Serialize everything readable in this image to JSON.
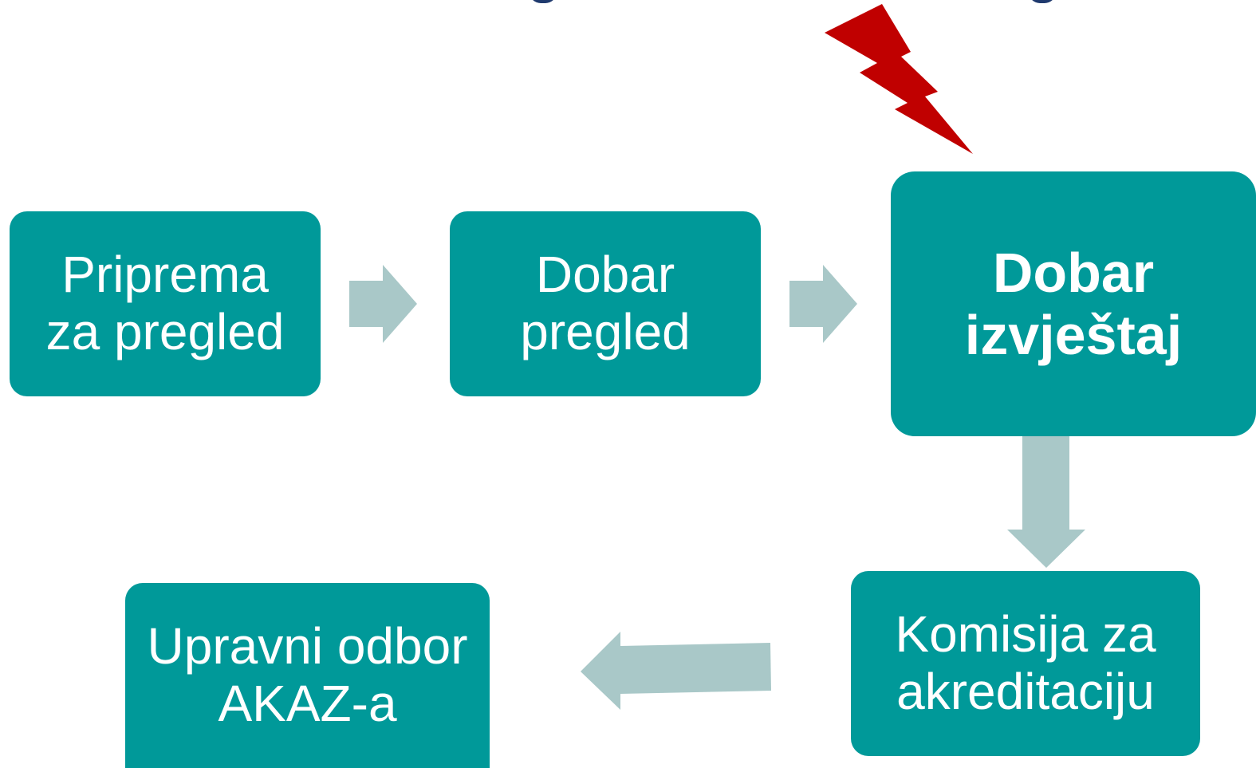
{
  "diagram": {
    "nodes": [
      {
        "id": "priprema",
        "label": "Priprema\nza pregled",
        "emphasis": "regular"
      },
      {
        "id": "dobar-pregled",
        "label": "Dobar\npregled",
        "emphasis": "regular"
      },
      {
        "id": "dobar-izvjestaj",
        "label": "Dobar\nizvještaj",
        "emphasis": "bold"
      },
      {
        "id": "komisija",
        "label": "Komisija za\nakreditaciju",
        "emphasis": "regular"
      },
      {
        "id": "upravni-odbor",
        "label": "Upravni odbor\nAKAZ-a",
        "emphasis": "regular"
      }
    ],
    "edges": [
      {
        "from": "priprema",
        "to": "dobar-pregled"
      },
      {
        "from": "dobar-pregled",
        "to": "dobar-izvjestaj"
      },
      {
        "from": "dobar-izvjestaj",
        "to": "komisija"
      },
      {
        "from": "komisija",
        "to": "upravni-odbor"
      }
    ],
    "lightning_icon": "lightning-bolt",
    "colors": {
      "box_fill": "#009999",
      "box_text": "#ffffff",
      "arrow_fill": "#a9c8c8",
      "lightning_fill": "#c00000",
      "title_fragment": "#1f3a6e",
      "background": "#ffffff"
    }
  }
}
